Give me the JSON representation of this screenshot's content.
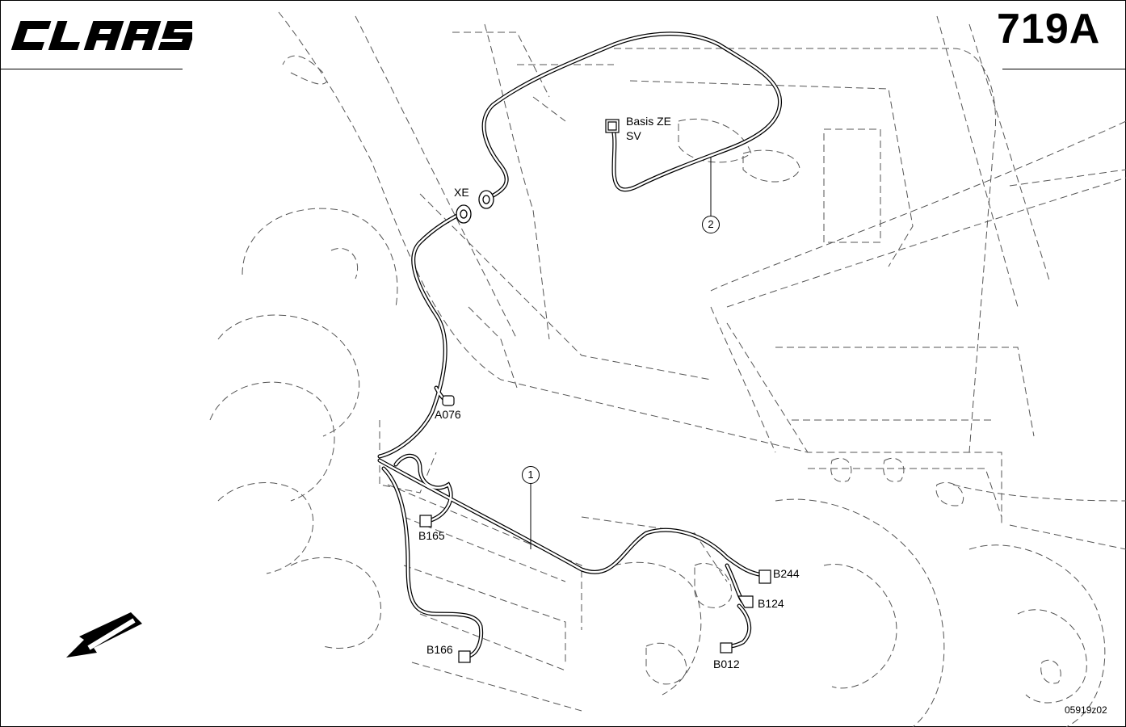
{
  "header": {
    "brand": "CLAAS",
    "page_code": "719A"
  },
  "components": {
    "connector_xe": "XE",
    "basis_ze": "Basis ZE",
    "sv": "SV",
    "a076": "A076",
    "b165": "B165",
    "b166": "B166",
    "b244": "B244",
    "b124": "B124",
    "b012": "B012"
  },
  "callouts": {
    "item_1": "1",
    "item_2": "2"
  },
  "footer": {
    "drawing_number": "05919z02"
  },
  "icons": {
    "direction": "arrow-down-left-icon"
  }
}
